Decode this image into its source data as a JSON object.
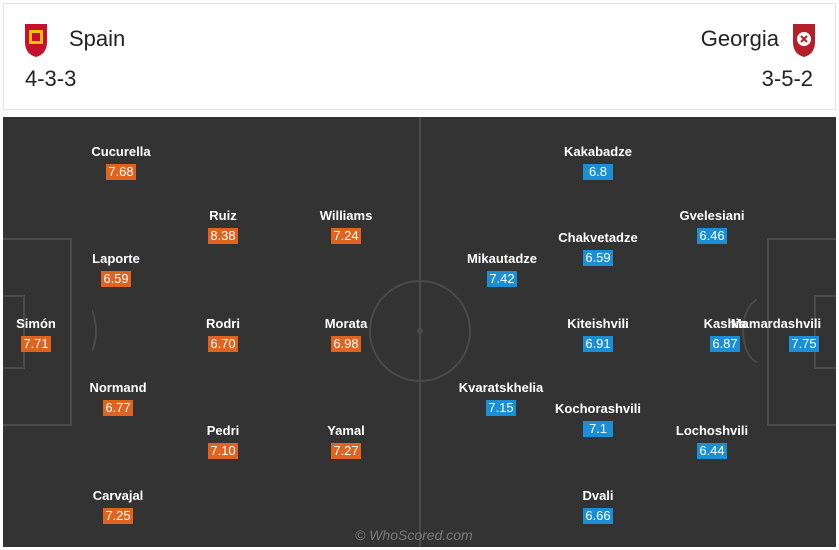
{
  "home": {
    "name": "Spain",
    "formation": "4-3-3",
    "crest_color": "#c8102e",
    "rating_color": "#e0631f",
    "players": [
      {
        "name": "Simón",
        "rating": "7.71"
      },
      {
        "name": "Cucurella",
        "rating": "7.68"
      },
      {
        "name": "Laporte",
        "rating": "6.59"
      },
      {
        "name": "Normand",
        "rating": "6.77"
      },
      {
        "name": "Carvajal",
        "rating": "7.25"
      },
      {
        "name": "Ruiz",
        "rating": "8.38"
      },
      {
        "name": "Rodri",
        "rating": "6.70"
      },
      {
        "name": "Pedri",
        "rating": "7.10"
      },
      {
        "name": "Williams",
        "rating": "7.24"
      },
      {
        "name": "Morata",
        "rating": "6.98"
      },
      {
        "name": "Yamal",
        "rating": "7.27"
      }
    ]
  },
  "away": {
    "name": "Georgia",
    "formation": "3-5-2",
    "crest_color": "#b3202a",
    "rating_color": "#1b8fd6",
    "players": [
      {
        "name": "Mamardashvili",
        "rating": "7.75"
      },
      {
        "name": "Gvelesiani",
        "rating": "6.46"
      },
      {
        "name": "Kashia",
        "rating": "6.87"
      },
      {
        "name": "Lochoshvili",
        "rating": "6.44"
      },
      {
        "name": "Kakabadze",
        "rating": "6.8"
      },
      {
        "name": "Chakvetadze",
        "rating": "6.59"
      },
      {
        "name": "Kiteishvili",
        "rating": "6.91"
      },
      {
        "name": "Kochorashvili",
        "rating": "7.1"
      },
      {
        "name": "Dvali",
        "rating": "6.66"
      },
      {
        "name": "Mikautadze",
        "rating": "7.42"
      },
      {
        "name": "Kvaratskhelia",
        "rating": "7.15"
      }
    ]
  },
  "watermark": "© WhoScored.com"
}
